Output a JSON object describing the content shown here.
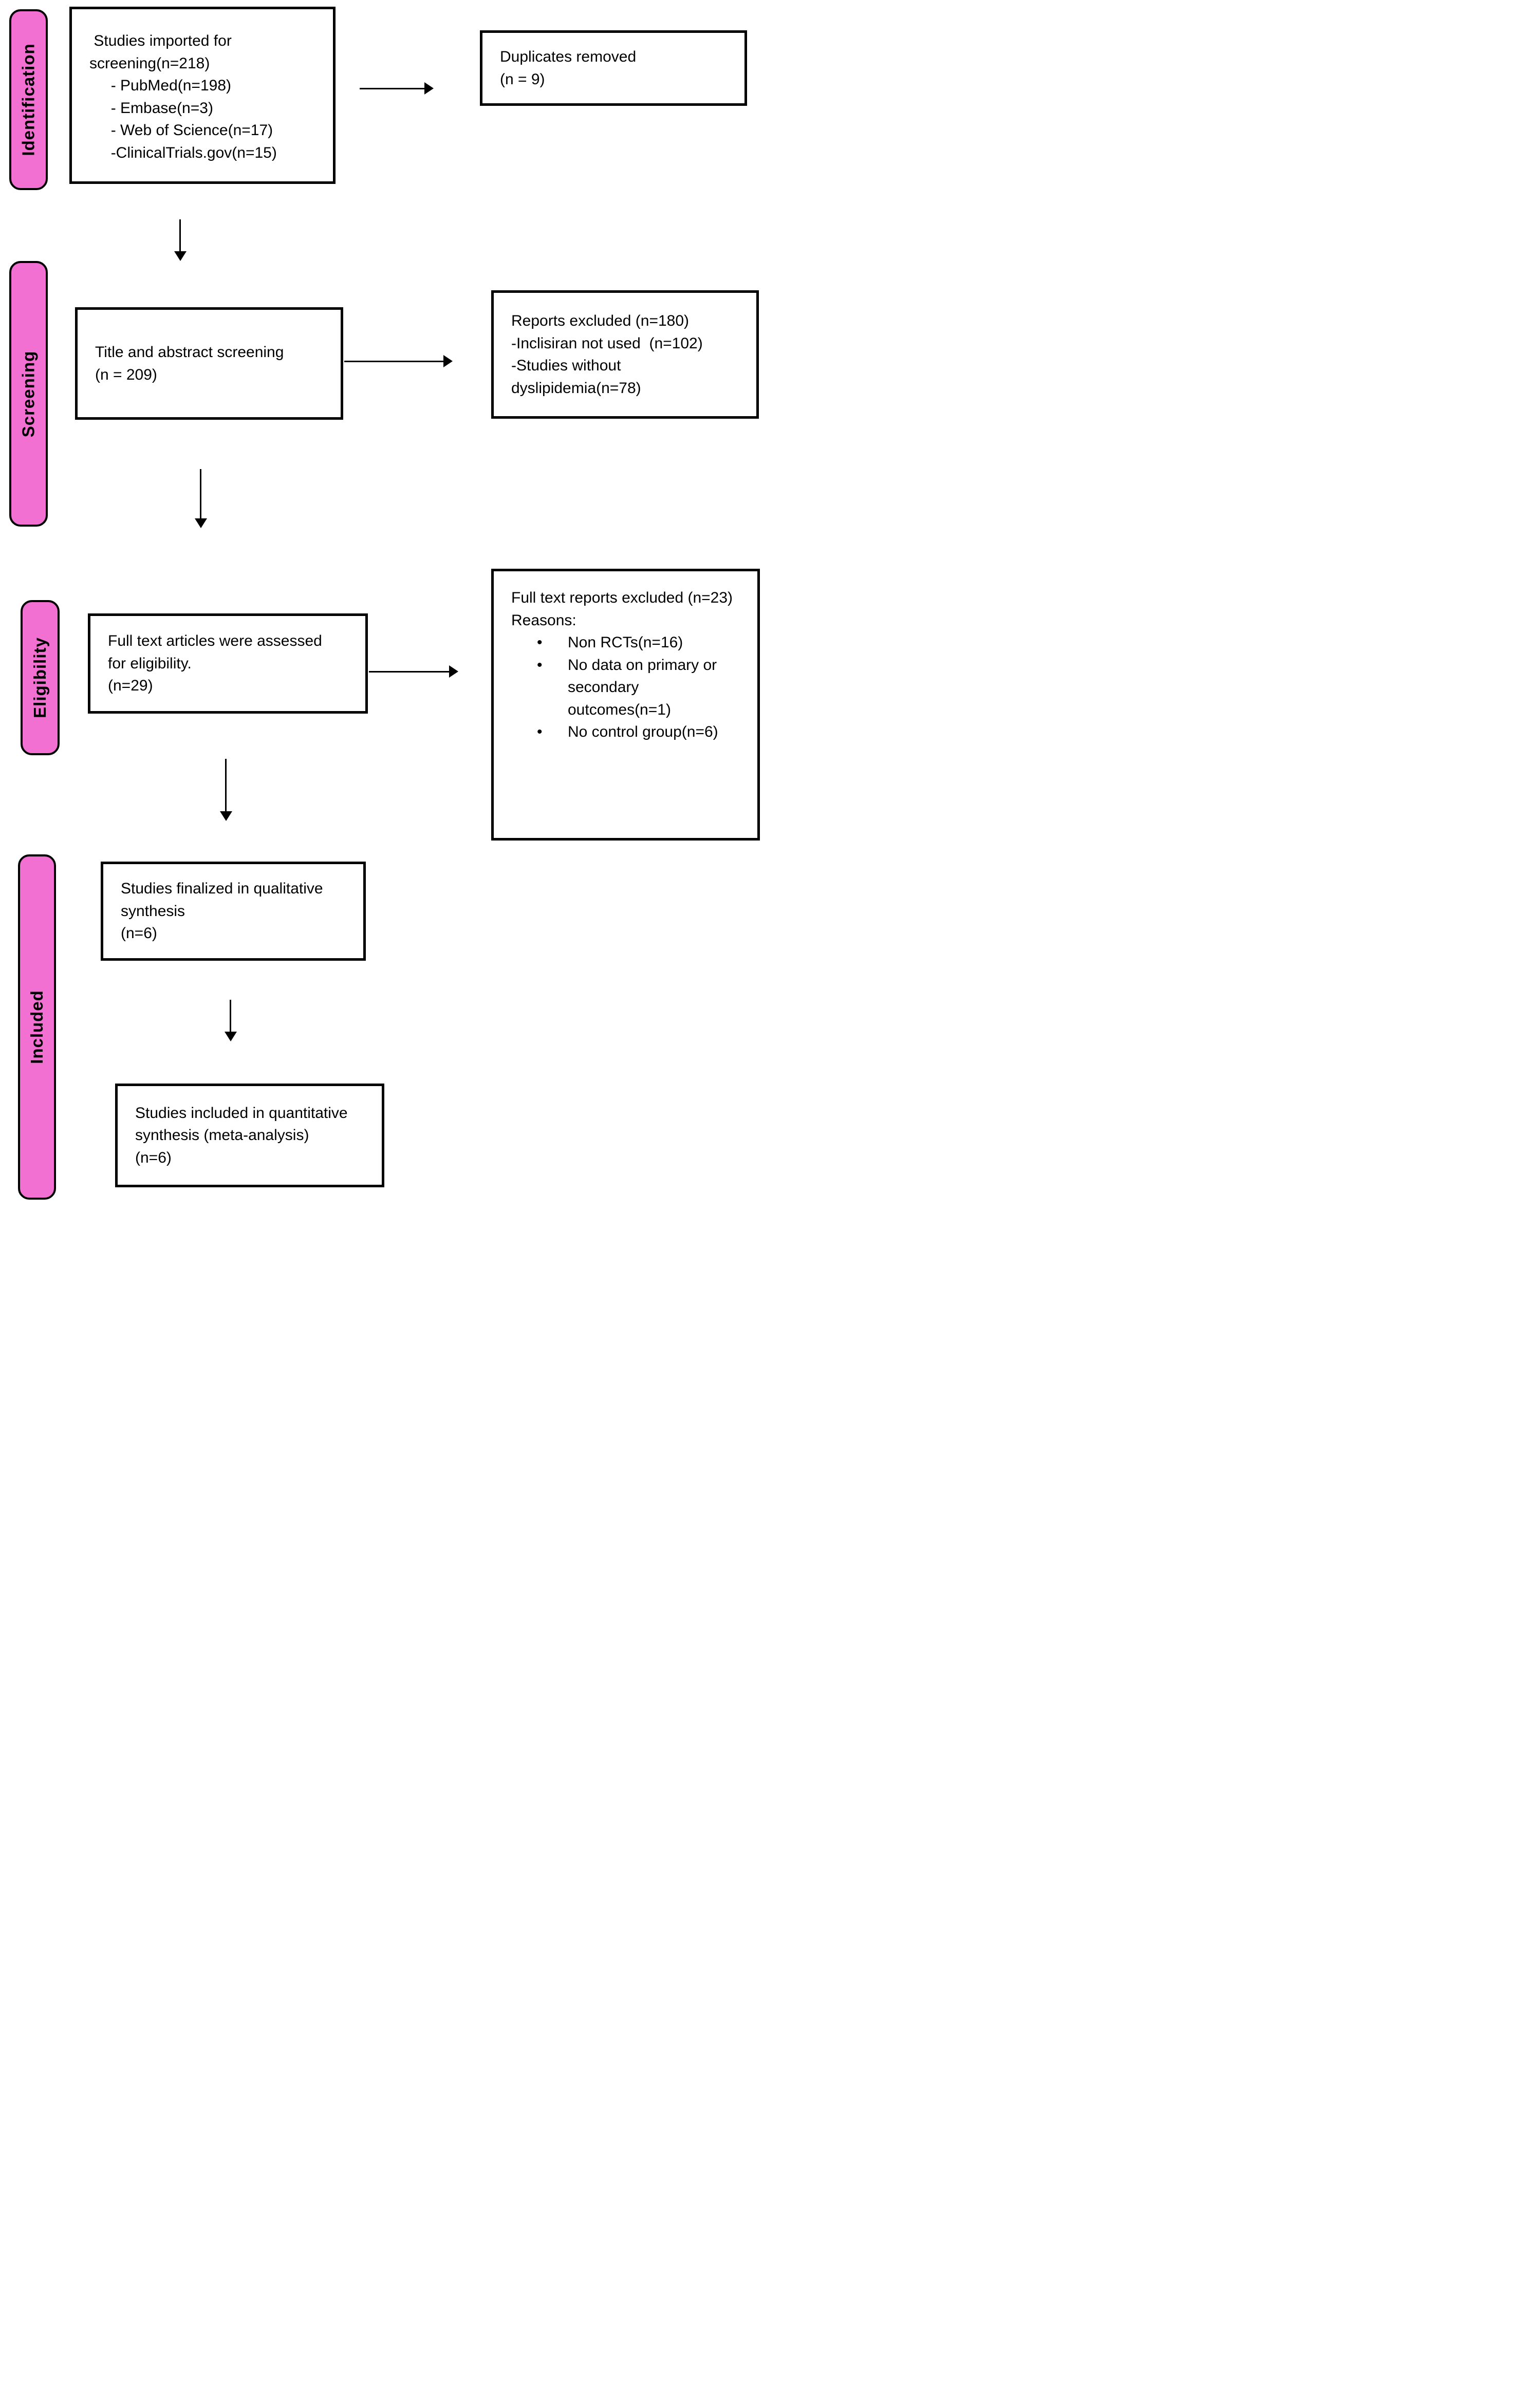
{
  "colors": {
    "stage_fill": "#F170D2",
    "line": "#000000",
    "box_fill": "#FFFFFF"
  },
  "stages": [
    {
      "label": "Identification"
    },
    {
      "label": "Screening"
    },
    {
      "label": "Eligibility"
    },
    {
      "label": "Included"
    }
  ],
  "boxes": {
    "imported": {
      "text": " Studies imported for\nscreening(n=218)\n     - PubMed(n=198)\n     - Embase(n=3)\n     - Web of Science(n=17)\n     -ClinicalTrials.gov(n=15)"
    },
    "duplicates_removed": {
      "text": "Duplicates removed\n(n = 9)"
    },
    "title_abstract": {
      "text": "Title and abstract screening\n(n = 209)"
    },
    "reports_excluded": {
      "text": "Reports excluded (n=180)\n-Inclisiran not used  (n=102)\n-Studies without\ndyslipidemia(n=78)"
    },
    "fulltext_assessed": {
      "text": "Full text articles were assessed\nfor eligibility.\n(n=29)"
    },
    "fulltext_excluded": {
      "intro": "Full text reports excluded (n=23)\nReasons:",
      "bullet_char": "•",
      "bullets": [
        "Non RCTs(n=16)",
        "No data on primary or\nsecondary\noutcomes(n=1)",
        "No control group(n=6)"
      ]
    },
    "qualitative": {
      "text": "Studies finalized in qualitative\nsynthesis\n(n=6)"
    },
    "quantitative": {
      "text": "Studies included in quantitative\nsynthesis (meta-analysis)\n(n=6)"
    }
  }
}
